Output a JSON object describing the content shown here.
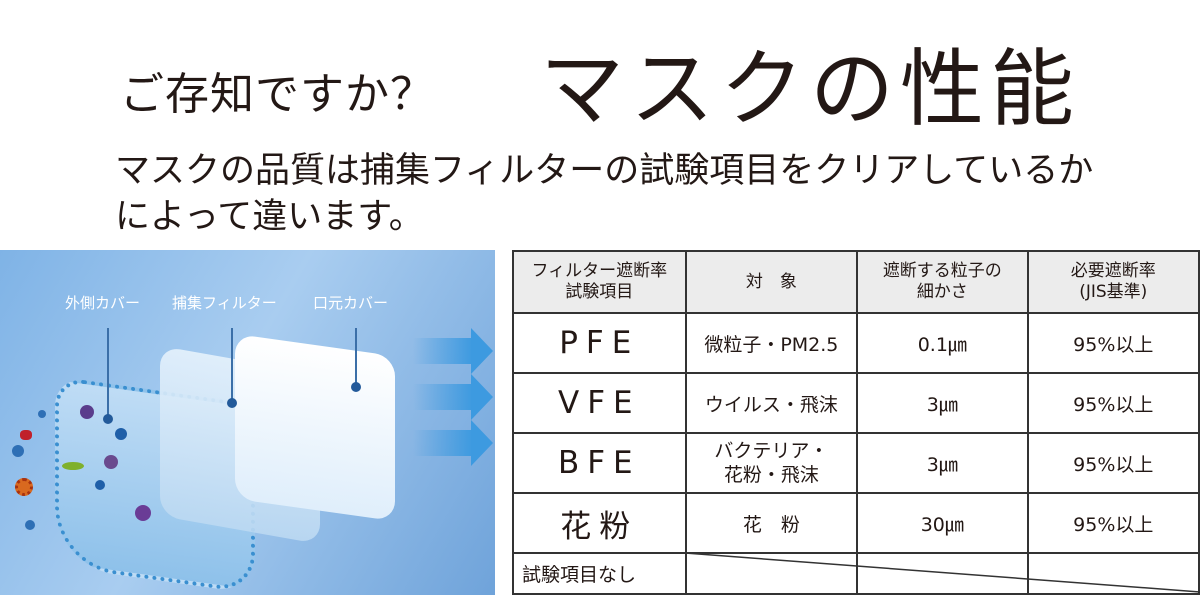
{
  "header": {
    "subtitle": "ご存知ですか？",
    "title": "マスクの性能"
  },
  "description": "マスクの品質は捕集フィルターの試験項目をクリアしているかによって違います。",
  "illustration": {
    "labels": [
      "外側カバー",
      "捕集フィルター",
      "口元カバー"
    ]
  },
  "table": {
    "headers": [
      "フィルター遮断率\n試験項目",
      "対　象",
      "遮断する粒子の\n細かさ",
      "必要遮断率\n(JIS基準)"
    ],
    "header_lines": [
      [
        "フィルター遮断率",
        "試験項目"
      ],
      [
        "対　象"
      ],
      [
        "遮断する粒子の",
        "細かさ"
      ],
      [
        "必要遮断率",
        "(JIS基準)"
      ]
    ],
    "rows": [
      {
        "test": "PFE",
        "target": "微粒子・PM2.5",
        "size": "0.1㎛",
        "rate": "95%以上"
      },
      {
        "test": "VFE",
        "target": "ウイルス・飛沫",
        "size": "3㎛",
        "rate": "95%以上"
      },
      {
        "test": "BFE",
        "target": "バクテリア・\n花粉・飛沫",
        "target_lines": [
          "バクテリア・",
          "花粉・飛沫"
        ],
        "size": "3㎛",
        "rate": "95%以上"
      },
      {
        "test": "花粉",
        "target": "花　粉",
        "size": "30㎛",
        "rate": "95%以上"
      }
    ],
    "no_test_label": "試験項目なし"
  },
  "colors": {
    "text": "#231815",
    "table_header_bg": "#ececec",
    "table_border": "#333333",
    "illustration_blue": "#7fb3e6"
  }
}
